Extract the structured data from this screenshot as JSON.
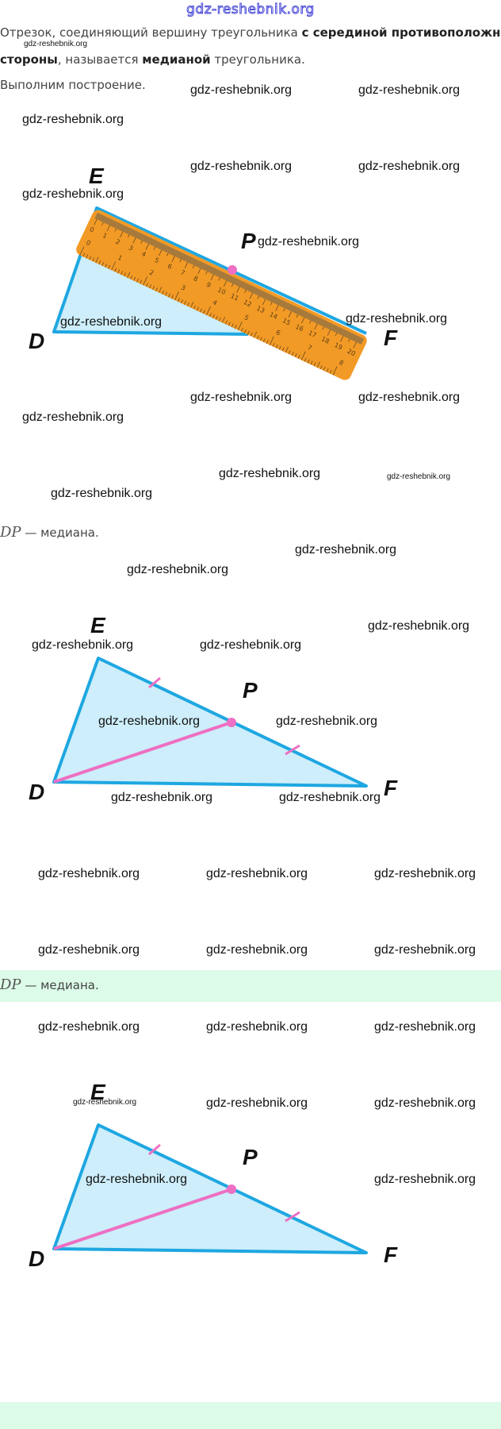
{
  "site_logo": "gdz-reshebnik.org",
  "definition": {
    "part1": "Отрезок, соединяющий вершину треугольника ",
    "bold1": "с серединой противоположной",
    "bold2": "стороны",
    "part2": ", называется ",
    "bold3": "медианой",
    "part3": " треугольника."
  },
  "construction_text": "Выполним построение.",
  "result_text": {
    "math": "DP",
    "text": " — медиана."
  },
  "labels": {
    "E": "E",
    "P": "P",
    "D": "D",
    "F": "F"
  },
  "ruler": {
    "top_scale_max": 20,
    "bottom_scale_max": 8
  },
  "colors": {
    "triangle_stroke": "#1ea7e1",
    "triangle_fill": "#cdeefa",
    "median": "#ee6fc3",
    "ruler": "#f29a26",
    "band": "#dcfbe8"
  },
  "watermark": "gdz-reshebnik.org"
}
